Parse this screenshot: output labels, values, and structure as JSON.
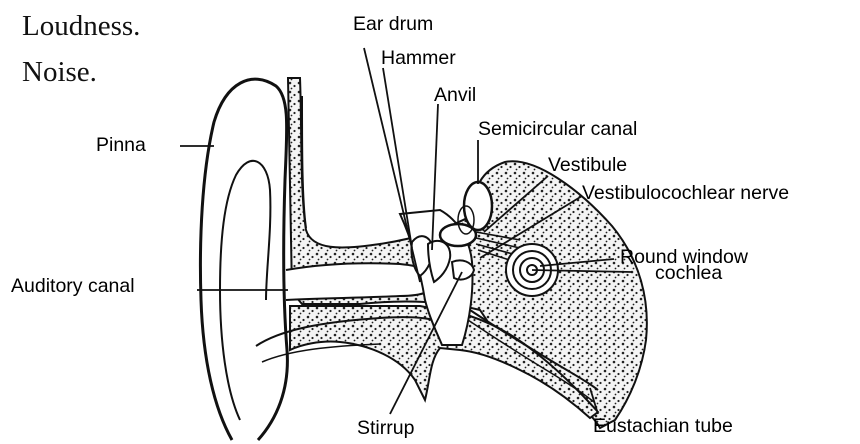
{
  "headings": {
    "line1": "Loudness.",
    "line2": "Noise."
  },
  "labels": {
    "ear_drum": "Ear drum",
    "hammer": "Hammer",
    "anvil": "Anvil",
    "semicircular_canal": "Semicircular canal",
    "vestibule": "Vestibule",
    "vestibulocochlear_nerve": "Vestibulocochlear nerve",
    "round_window": "Round window",
    "cochlea": "cochlea",
    "pinna": "Pinna",
    "auditory_canal": "Auditory canal",
    "stirrup": "Stirrup",
    "eustachian_tube": "Eustachian tube"
  },
  "colors": {
    "line": "#111111",
    "bone_fill": "#f4f4f4",
    "stipple": "#222222"
  }
}
